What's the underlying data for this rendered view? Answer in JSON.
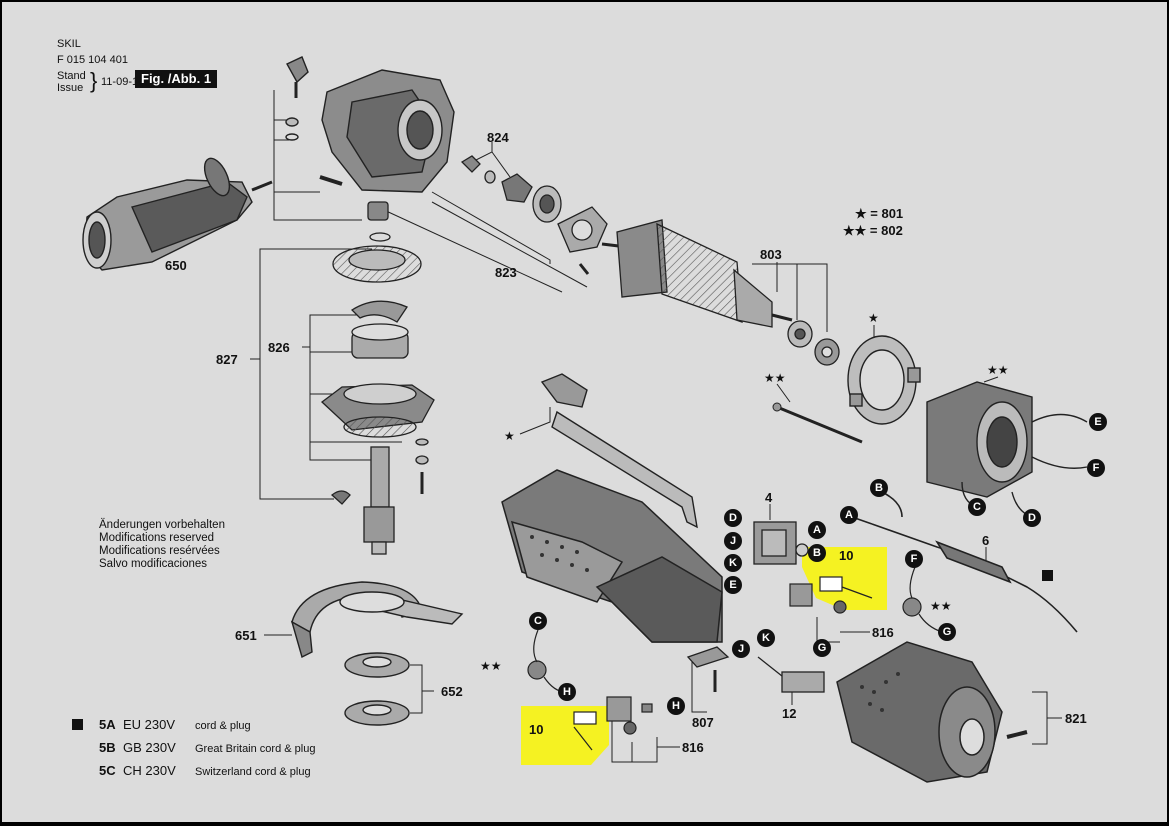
{
  "header": {
    "brand": "SKIL",
    "part_number": "F 015 104 401",
    "stand_label": "Stand",
    "issue_label": "Issue",
    "brace": "}",
    "date": "11-09-19",
    "figure_label": "Fig. /Abb. 1"
  },
  "notes": [
    "Änderungen vorbehalten",
    "Modifications reserved",
    "Modifications resérvées",
    "Salvo modificaciones"
  ],
  "star_legend": {
    "single": "★ = 801",
    "double": "★★ = 802"
  },
  "part_labels": {
    "p650": "650",
    "p823": "823",
    "p824": "824",
    "p803": "803",
    "p827": "827",
    "p826": "826",
    "p651": "651",
    "p652": "652",
    "p4": "4",
    "p6": "6",
    "p10a": "10",
    "p10b": "10",
    "p816a": "816",
    "p816b": "816",
    "p807": "807",
    "p12": "12",
    "p821": "821"
  },
  "markers": {
    "single_star": "★",
    "double_star": "★★"
  },
  "wire_letters": {
    "A": "A",
    "B": "B",
    "C": "C",
    "D": "D",
    "E": "E",
    "F": "F",
    "G": "G",
    "H": "H",
    "J": "J",
    "K": "K"
  },
  "legend": [
    {
      "code": "5A",
      "voltage": "EU 230V",
      "desc": "cord & plug",
      "marked": true
    },
    {
      "code": "5B",
      "voltage": "GB 230V",
      "desc": "Great Britain cord & plug",
      "marked": false
    },
    {
      "code": "5C",
      "voltage": "CH 230V",
      "desc": "Switzerland cord & plug",
      "marked": false
    }
  ],
  "colors": {
    "background": "#dcdcdc",
    "ink": "#111111",
    "highlight": "#f5f222"
  }
}
